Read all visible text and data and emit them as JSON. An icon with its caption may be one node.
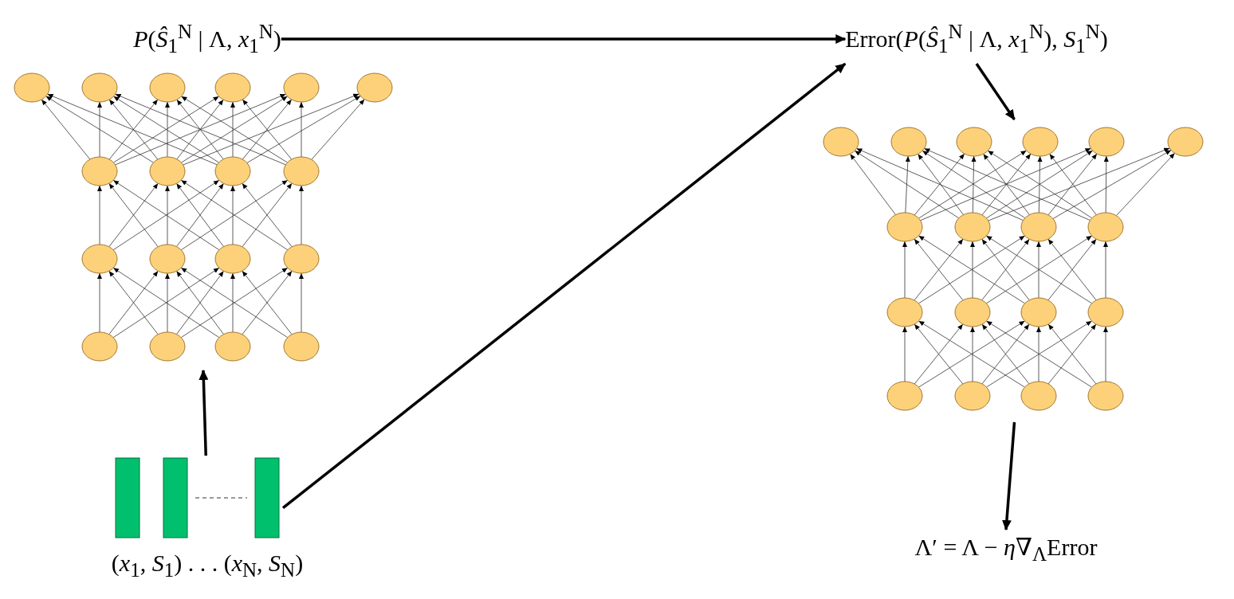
{
  "diagram": {
    "nodes": [
      {
        "text": [
          "*P*(*Ŝ*$_{1}$$^{N}$ | Λ, *x*$_{1}$$^{N}$)"
        ]
      },
      {
        "text": [],
        "shape": "picture"
      },
      {
        "text": [],
        "shape": "bar",
        "beside": [
          "(*x*$_{1}$, *S*$_{1}$) . . . (*x*$_{N}$, *S*$_{N}$)"
        ]
      },
      {
        "text": [
          "Error(*P*(*Ŝ*$_{1}$$^{N}$ | Λ, *x*$_{1}$$^{N}$), *S*$_{1}$$^{N}$)"
        ]
      },
      {
        "text": [],
        "shape": "picture"
      },
      {
        "text": [
          "Λ′ = Λ − *η*∇$_{Λ}$Error"
        ]
      }
    ],
    "edges": [
      {
        "from": 2,
        "to": 1,
        "arrow": "to"
      },
      {
        "from": 0,
        "to": 3,
        "arrow": "to"
      },
      {
        "from": 2,
        "to": 3,
        "arrow": "to"
      },
      {
        "from": 3,
        "to": 4,
        "arrow": "to"
      },
      {
        "from": 4,
        "to": 5,
        "arrow": "to"
      }
    ]
  }
}
